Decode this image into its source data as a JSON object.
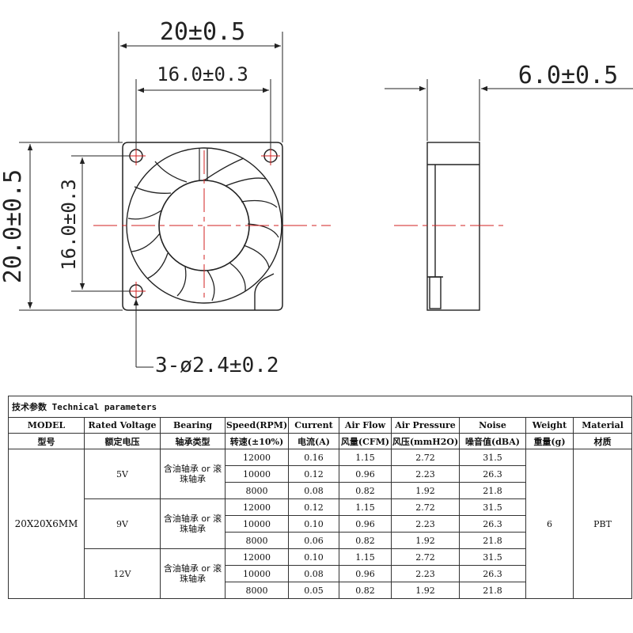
{
  "drawing": {
    "dim_outer_width": "20±0.5",
    "dim_hole_spacing_h": "16.0±0.3",
    "dim_thickness": "6.0±0.5",
    "dim_outer_height": "20.0±0.5",
    "dim_hole_spacing_v": "16.0±0.3",
    "dim_holes": "3-ø2.4±0.2",
    "colors": {
      "line": "#222222",
      "centerline": "#d02020"
    }
  },
  "spec_table": {
    "title": "技术参数 Technical parameters",
    "headers_en": [
      "MODEL",
      "Rated Voltage",
      "Bearing",
      "Speed(RPM)",
      "Current",
      "Air Flow",
      "Air Pressure",
      "Noise",
      "Weight",
      "Material"
    ],
    "headers_cn": [
      "型号",
      "额定电压",
      "轴承类型",
      "转速(±10%)",
      "电流(A)",
      "风量(CFM)",
      "风压(mmH2O)",
      "噪音值(dBA)",
      "重量(g)",
      "材质"
    ],
    "model": "20X20X6MM",
    "weight": "6",
    "material": "PBT",
    "groups": [
      {
        "voltage": "5V",
        "bearing": "含油轴承 or 滚珠轴承",
        "rows": [
          {
            "speed": "12000",
            "current": "0.16",
            "airflow": "1.15",
            "pressure": "2.72",
            "noise": "31.5"
          },
          {
            "speed": "10000",
            "current": "0.12",
            "airflow": "0.96",
            "pressure": "2.23",
            "noise": "26.3"
          },
          {
            "speed": "8000",
            "current": "0.08",
            "airflow": "0.82",
            "pressure": "1.92",
            "noise": "21.8"
          }
        ]
      },
      {
        "voltage": "9V",
        "bearing": "含油轴承 or 滚珠轴承",
        "rows": [
          {
            "speed": "12000",
            "current": "0.12",
            "airflow": "1.15",
            "pressure": "2.72",
            "noise": "31.5"
          },
          {
            "speed": "10000",
            "current": "0.10",
            "airflow": "0.96",
            "pressure": "2.23",
            "noise": "26.3"
          },
          {
            "speed": "8000",
            "current": "0.06",
            "airflow": "0.82",
            "pressure": "1.92",
            "noise": "21.8"
          }
        ]
      },
      {
        "voltage": "12V",
        "bearing": "含油轴承 or 滚珠轴承",
        "rows": [
          {
            "speed": "12000",
            "current": "0.10",
            "airflow": "1.15",
            "pressure": "2.72",
            "noise": "31.5"
          },
          {
            "speed": "10000",
            "current": "0.08",
            "airflow": "0.96",
            "pressure": "2.23",
            "noise": "26.3"
          },
          {
            "speed": "8000",
            "current": "0.05",
            "airflow": "0.82",
            "pressure": "1.92",
            "noise": "21.8"
          }
        ]
      }
    ]
  }
}
